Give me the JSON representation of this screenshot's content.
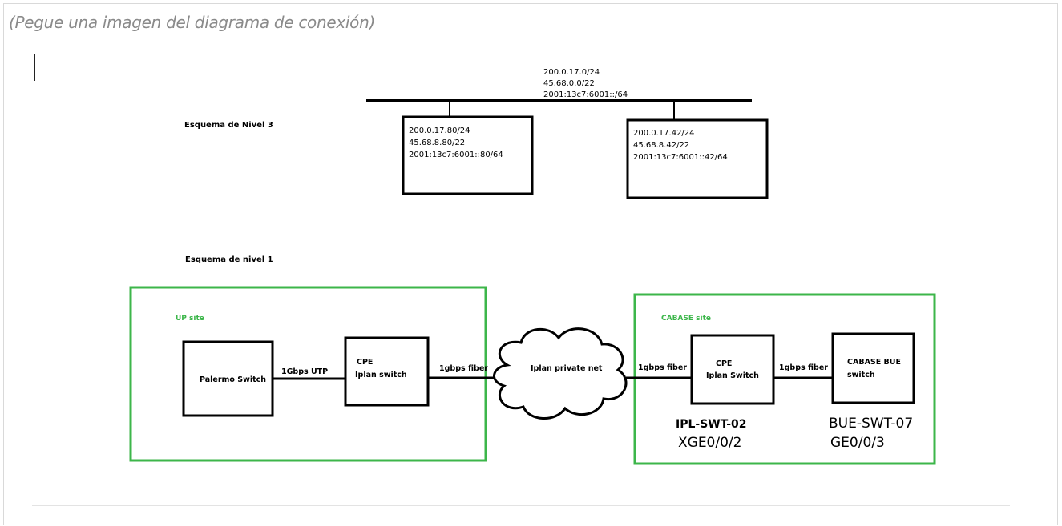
{
  "editor": {
    "placeholder": "(Pegue una imagen del diagrama de conexión)"
  },
  "diagram": {
    "level3": {
      "title": "Esquema de Nivel 3",
      "bus_labels": [
        "200.0.17.0/24",
        "45.68.0.0/22",
        "2001:13c7:6001::/64"
      ],
      "host_left": [
        "200.0.17.80/24",
        "45.68.8.80/22",
        "2001:13c7:6001::80/64"
      ],
      "host_right": [
        "200.0.17.42/24",
        "45.68.8.42/22",
        "2001:13c7:6001::42/64"
      ]
    },
    "level1": {
      "title": "Esquema de nivel  1",
      "up_site": {
        "label": "UP site",
        "palermo": "Palermo Switch",
        "link_utp": "1Gbps  UTP",
        "cpe_line1": "CPE",
        "cpe_line2": "Iplan switch",
        "link_fiber": "1gbps fiber"
      },
      "cloud": "Iplan private net",
      "cabase_site": {
        "label": "CABASE site",
        "link_fiber_in": "1gbps fiber",
        "cpe_line1": "CPE",
        "cpe_line2": "Iplan Switch",
        "link_fiber_out": "1gbps fiber",
        "bue_line1": "CABASE BUE",
        "bue_line2": "switch",
        "ipl_name": "IPL-SWT-02",
        "ipl_port": "XGE0/0/2",
        "bue_name": "BUE-SWT-07",
        "bue_port": "GE0/0/3"
      }
    },
    "colors": {
      "site_border": "#3cb64a",
      "site_label": "#3cb64a",
      "line": "#000000"
    }
  }
}
